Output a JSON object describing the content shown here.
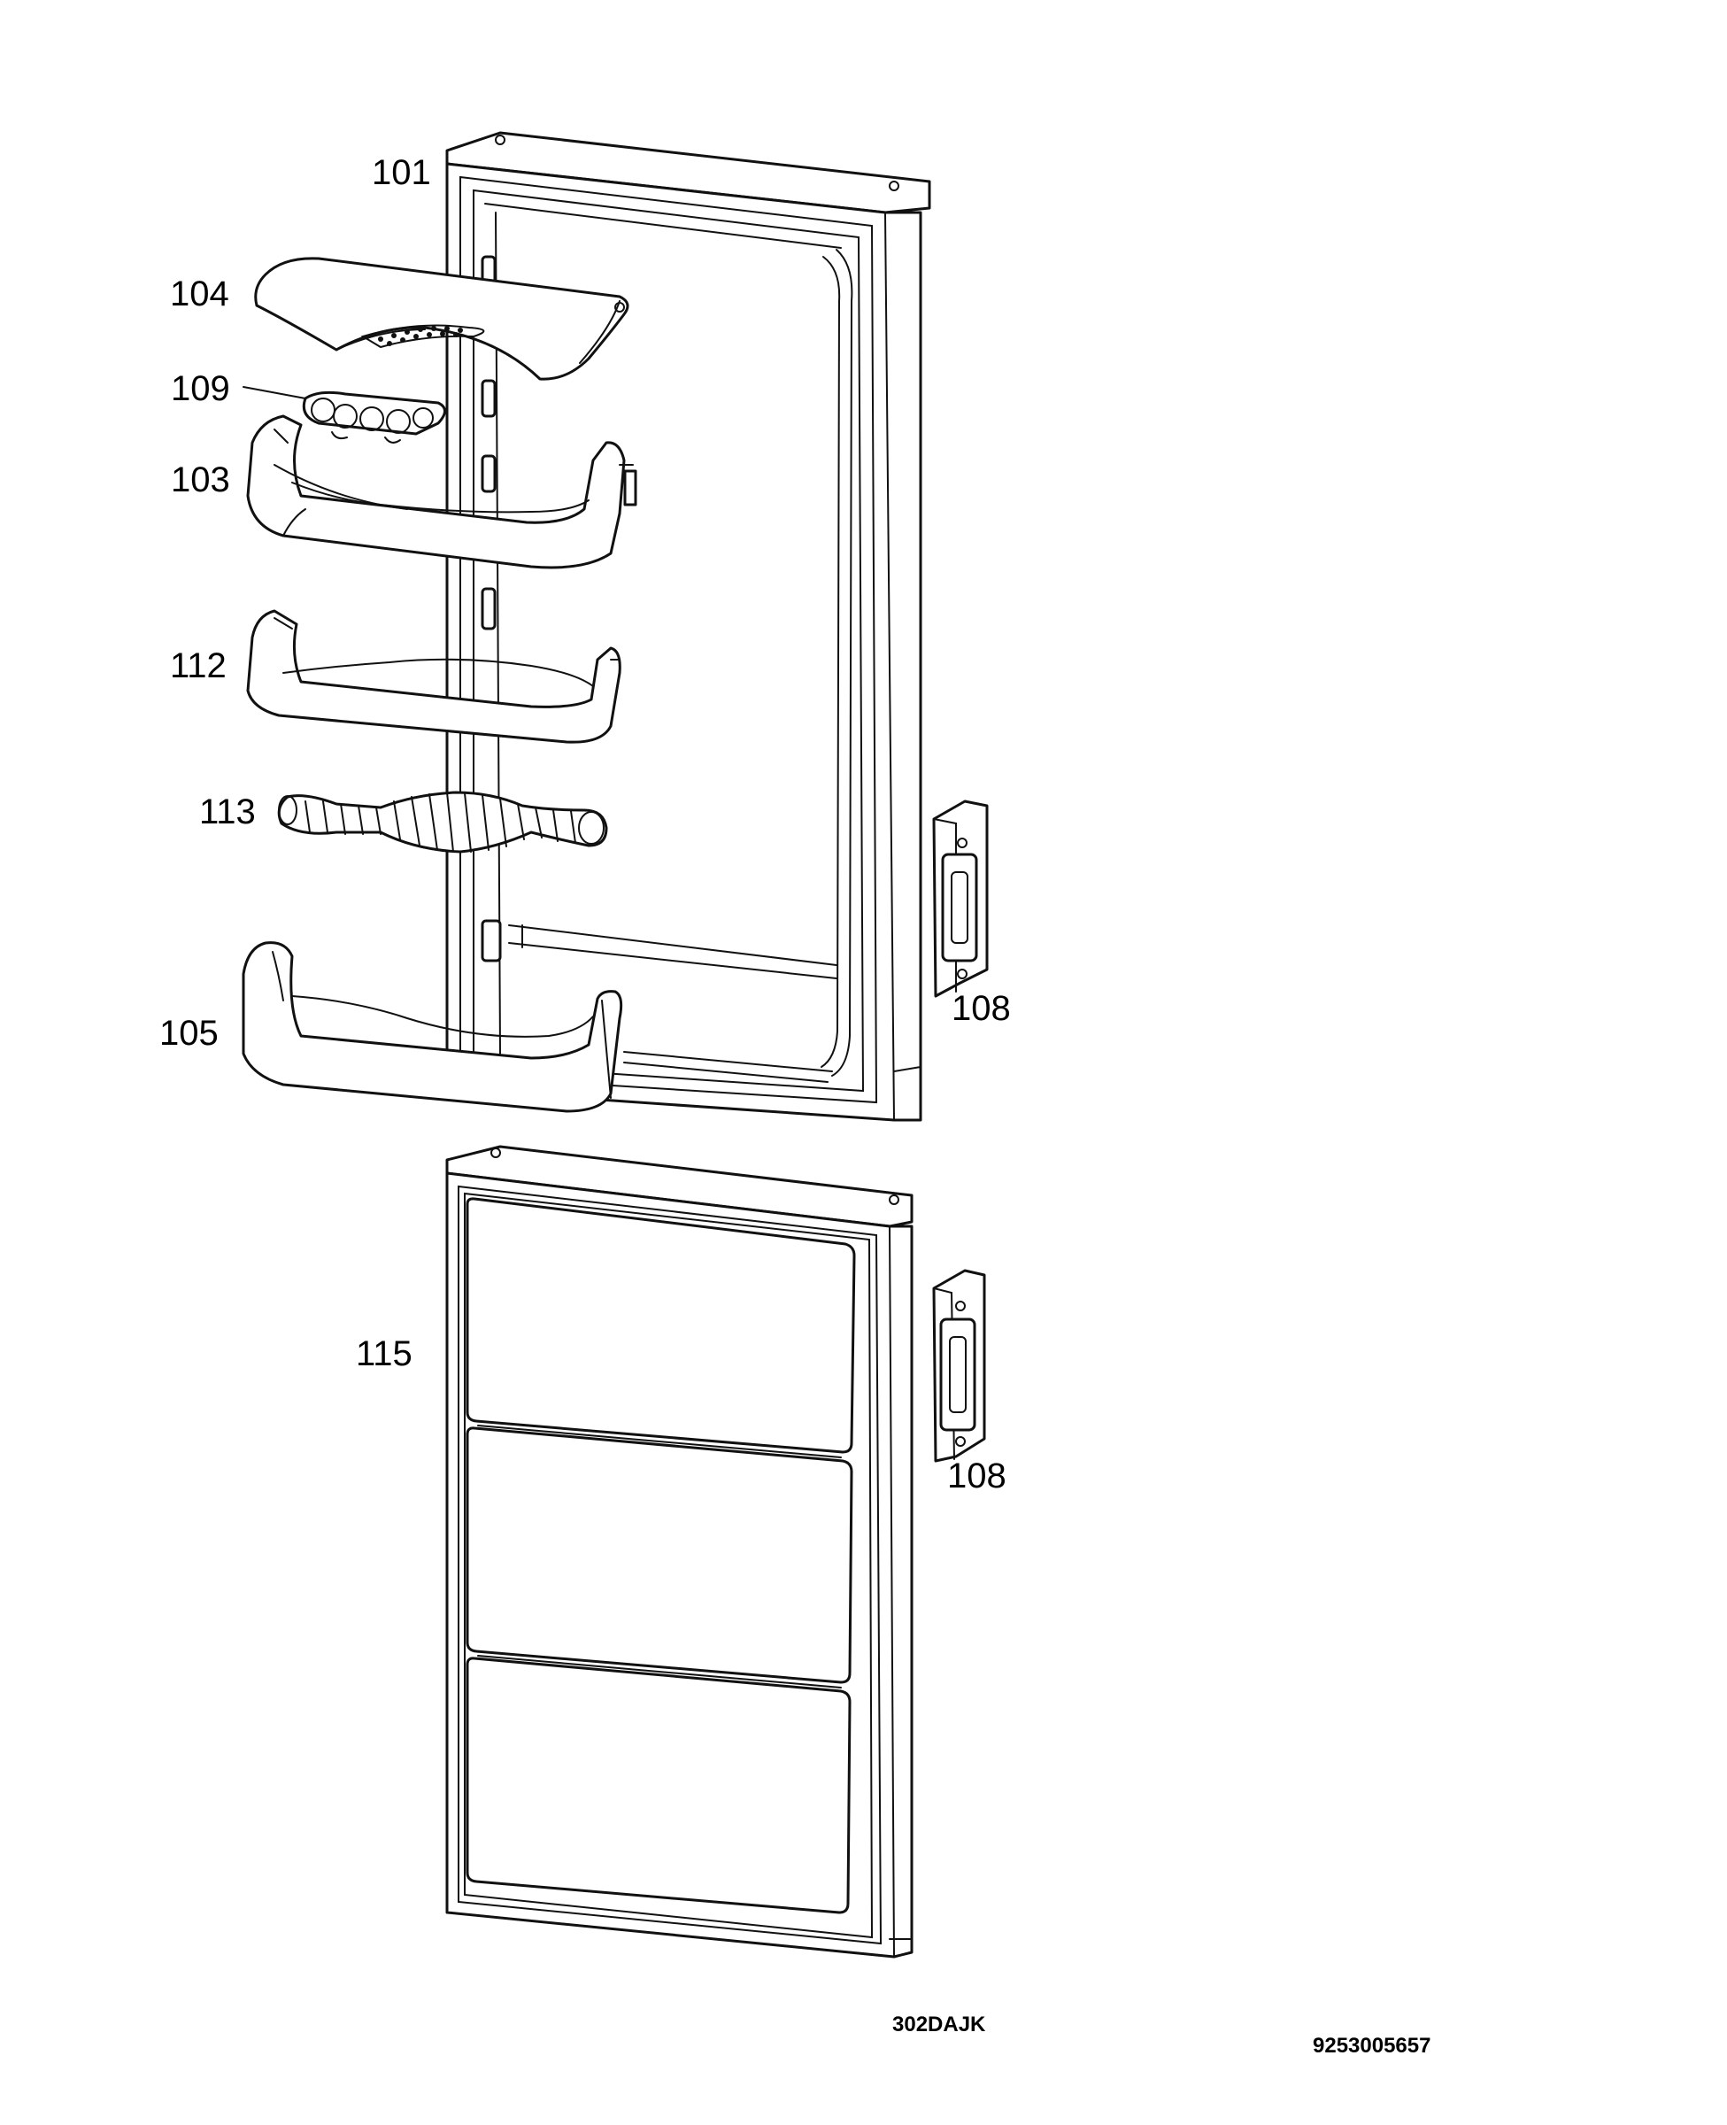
{
  "diagram": {
    "labels": {
      "p101": "101",
      "p104": "104",
      "p109": "109",
      "p103": "103",
      "p112": "112",
      "p113": "113",
      "p105": "105",
      "p108a": "108",
      "p108b": "108",
      "p115": "115"
    },
    "footer": {
      "model_code": "302DAJK",
      "part_number": "9253005657"
    }
  }
}
